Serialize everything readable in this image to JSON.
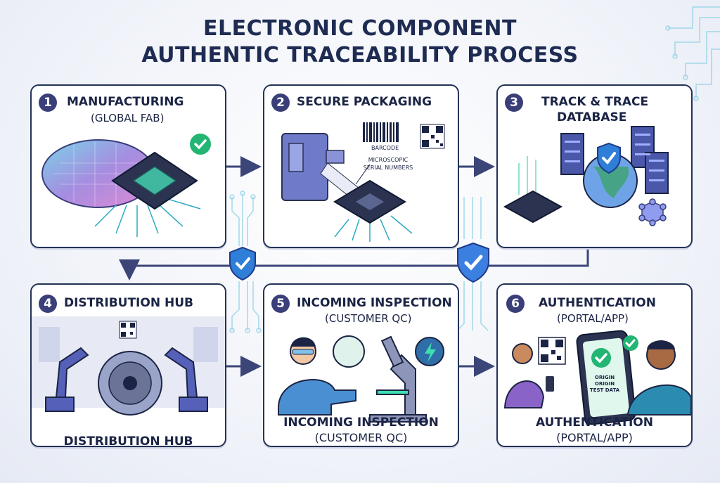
{
  "title": {
    "line1": "ELECTRONIC COMPONENT",
    "line2": "AUTHENTIC TRACEABILITY PROCESS"
  },
  "steps": [
    {
      "number": "1",
      "title": "MANUFACTURING",
      "subtitle": "(GLOBAL FAB)"
    },
    {
      "number": "2",
      "title": "SECURE PACKAGING",
      "labels": {
        "barcode": "BARCODE",
        "serial_line1": "MICROSCOPIC",
        "serial_line2": "SERIAL NUMBERS"
      }
    },
    {
      "number": "3",
      "title_line1": "TRACK & TRACE",
      "title_line2": "DATABASE"
    },
    {
      "number": "4",
      "title": "DISTRIBUTION HUB",
      "caption": "DISTRIBUTION HUB"
    },
    {
      "number": "5",
      "title": "INCOMING INSPECTION",
      "subtitle": "(CUSTOMER QC)",
      "caption": "INCOMING INSPECTION",
      "caption_sub": "(CUSTOMER QC)"
    },
    {
      "number": "6",
      "title": "AUTHENTICATION",
      "subtitle": "(PORTAL/APP)",
      "caption": "AUTHENTICATION",
      "caption_sub": "(PORTAL/APP)",
      "phone_text": {
        "line1": "ORIGIN",
        "line2": "ORIGIN",
        "line3": "TEST DATA"
      }
    }
  ],
  "colors": {
    "navy": "#1e2b52",
    "accent_blue": "#3a5bd9",
    "check_green": "#22b573",
    "chip": "#2b3350",
    "shield": "#2f7fd8"
  },
  "icons": [
    "check-icon",
    "shield-check-icon",
    "qr-code-icon",
    "barcode-icon",
    "server-icon",
    "globe-icon",
    "blockchain-icon",
    "microscope-icon",
    "robot-arm-icon",
    "reel-icon",
    "phone-icon",
    "arrow-right-icon"
  ]
}
